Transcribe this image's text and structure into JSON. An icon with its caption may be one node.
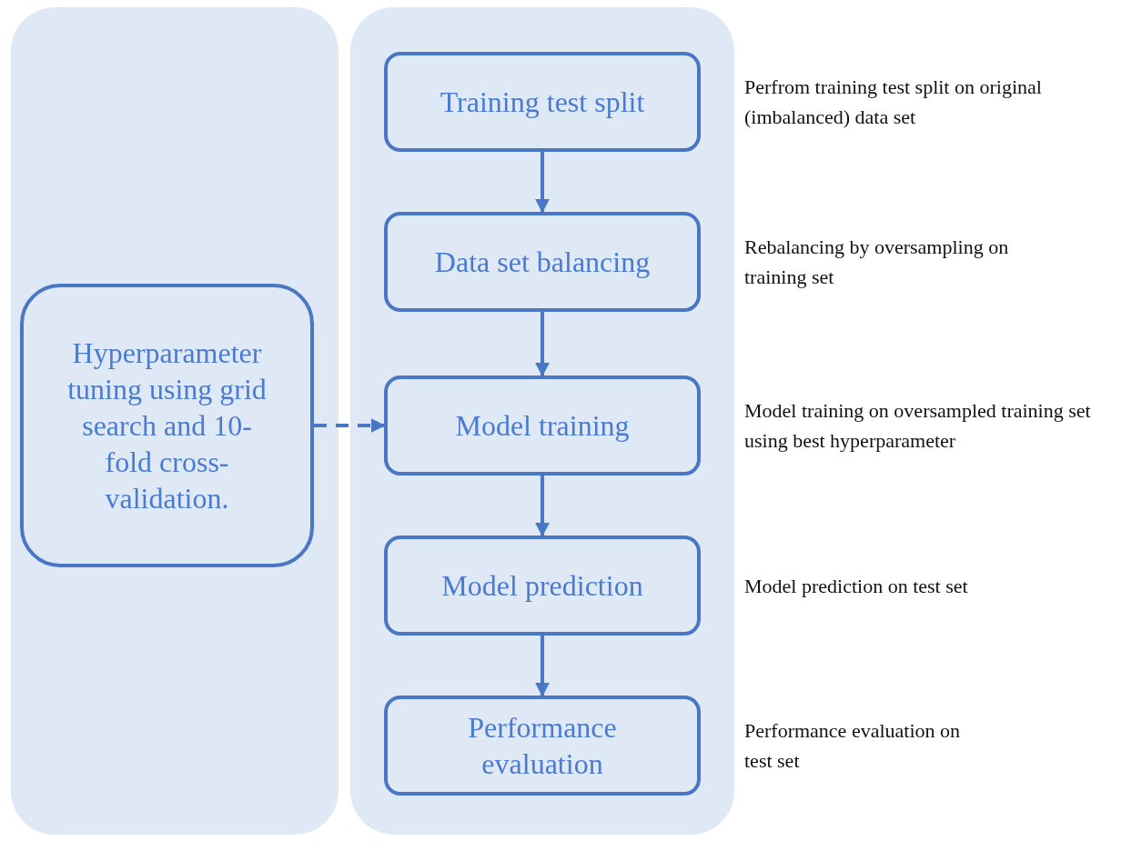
{
  "diagram": {
    "nodes": [
      {
        "text": [],
        "shape": "box"
      },
      {
        "text": [],
        "shape": "box"
      },
      {
        "text": [
          "Training test split"
        ],
        "in": 1,
        "beside": [
          "Perfrom training test split on original (imbalanced) data set"
        ]
      },
      {
        "text": [
          "Data set balancing"
        ],
        "in": 1,
        "beside": [
          "Rebalancing by oversampling on training set"
        ]
      },
      {
        "text": [
          "Model training"
        ],
        "in": 1,
        "beside": [
          "Model training on oversampled training set using best hyperparameter"
        ]
      },
      {
        "text": [
          "Model prediction"
        ],
        "in": 1,
        "beside": [
          "Model prediction on test set"
        ]
      },
      {
        "text": [
          "Performance evaluation"
        ],
        "in": 1,
        "beside": [
          "Performance evaluation on test set"
        ]
      },
      {
        "text": [
          "Hyperparameter tuning using grid search and 10-fold cross-validation."
        ],
        "in": 0
      }
    ],
    "edges": [
      {
        "from": 2,
        "to": 3,
        "arrow": "to"
      },
      {
        "from": 3,
        "to": 4,
        "arrow": "to"
      },
      {
        "from": 4,
        "to": 5,
        "arrow": "to"
      },
      {
        "from": 5,
        "to": 6,
        "arrow": "to"
      },
      {
        "from": 7,
        "to": 4,
        "arrow": "to",
        "style": "dashed"
      }
    ]
  }
}
